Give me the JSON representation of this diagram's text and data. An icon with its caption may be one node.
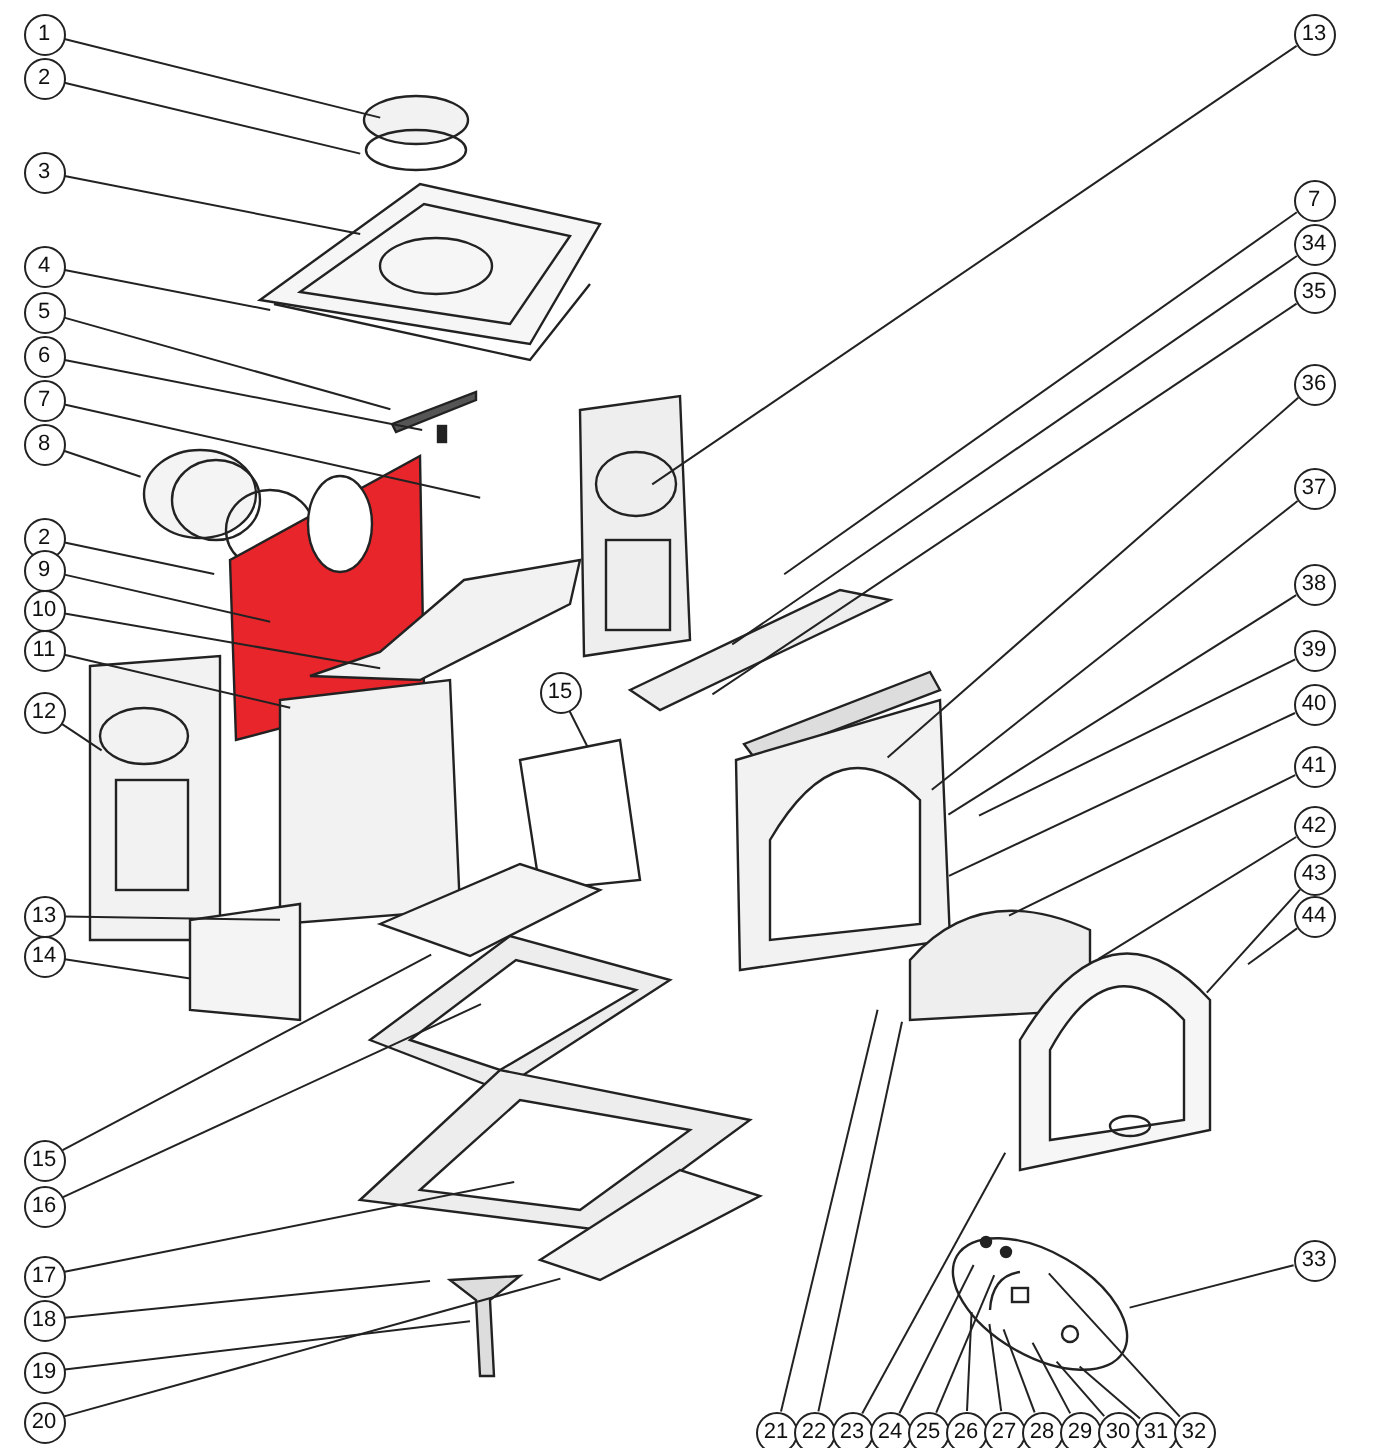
{
  "diagram": {
    "nodes": [
      {
        "text": [
          "1"
        ]
      },
      {
        "text": [
          "2"
        ]
      },
      {
        "text": [
          "3"
        ]
      },
      {
        "text": [
          "4"
        ]
      },
      {
        "text": [
          "5"
        ]
      },
      {
        "text": [
          "6"
        ]
      },
      {
        "text": [
          "7"
        ]
      },
      {
        "text": [
          "8"
        ]
      },
      {
        "text": [
          "2"
        ]
      },
      {
        "text": [
          "9"
        ]
      },
      {
        "text": [
          "10"
        ]
      },
      {
        "text": [
          "11"
        ]
      },
      {
        "text": [
          "12"
        ]
      },
      {
        "text": [
          "13"
        ]
      },
      {
        "text": [
          "14"
        ]
      },
      {
        "text": [
          "15"
        ]
      },
      {
        "text": [
          "16"
        ]
      },
      {
        "text": [
          "17"
        ]
      },
      {
        "text": [
          "18"
        ]
      },
      {
        "text": [
          "19"
        ]
      },
      {
        "text": [
          "20"
        ]
      },
      {
        "text": [
          "15"
        ]
      },
      {
        "text": [
          "13"
        ]
      },
      {
        "text": [
          "7"
        ]
      },
      {
        "text": [
          "34"
        ]
      },
      {
        "text": [
          "35"
        ]
      },
      {
        "text": [
          "36"
        ]
      },
      {
        "text": [
          "37"
        ]
      },
      {
        "text": [
          "38"
        ]
      },
      {
        "text": [
          "39"
        ]
      },
      {
        "text": [
          "40"
        ]
      },
      {
        "text": [
          "41"
        ]
      },
      {
        "text": [
          "42"
        ]
      },
      {
        "text": [
          "43"
        ]
      },
      {
        "text": [
          "44"
        ]
      },
      {
        "text": [
          "33"
        ]
      },
      {
        "text": [
          "21"
        ]
      },
      {
        "text": [
          "22"
        ]
      },
      {
        "text": [
          "23"
        ]
      },
      {
        "text": [
          "24"
        ]
      },
      {
        "text": [
          "25"
        ]
      },
      {
        "text": [
          "26"
        ]
      },
      {
        "text": [
          "27"
        ]
      },
      {
        "text": [
          "28"
        ]
      },
      {
        "text": [
          "29"
        ]
      },
      {
        "text": [
          "30"
        ]
      },
      {
        "text": [
          "31"
        ]
      },
      {
        "text": [
          "32"
        ]
      }
    ],
    "edges": [
      {
        "from": 0,
        "to": null,
        "arrow": "none"
      },
      {
        "from": 1,
        "to": null,
        "arrow": "none"
      },
      {
        "from": 2,
        "to": null,
        "arrow": "none"
      },
      {
        "from": 3,
        "to": null,
        "arrow": "none"
      },
      {
        "from": 4,
        "to": null,
        "arrow": "none"
      },
      {
        "from": 5,
        "to": null,
        "arrow": "none"
      },
      {
        "from": 6,
        "to": null,
        "arrow": "none"
      },
      {
        "from": 7,
        "to": null,
        "arrow": "none"
      },
      {
        "from": 8,
        "to": null,
        "arrow": "none"
      },
      {
        "from": 9,
        "to": null,
        "arrow": "none"
      },
      {
        "from": 10,
        "to": null,
        "arrow": "none"
      },
      {
        "from": 11,
        "to": null,
        "arrow": "none"
      },
      {
        "from": 12,
        "to": null,
        "arrow": "none"
      },
      {
        "from": 13,
        "to": null,
        "arrow": "none"
      },
      {
        "from": 14,
        "to": null,
        "arrow": "none"
      },
      {
        "from": 15,
        "to": null,
        "arrow": "none"
      },
      {
        "from": 16,
        "to": null,
        "arrow": "none"
      },
      {
        "from": 17,
        "to": null,
        "arrow": "none"
      },
      {
        "from": 18,
        "to": null,
        "arrow": "none"
      },
      {
        "from": 19,
        "to": null,
        "arrow": "none"
      },
      {
        "from": 20,
        "to": null,
        "arrow": "none"
      },
      {
        "from": 21,
        "to": null,
        "arrow": "none"
      },
      {
        "from": 22,
        "to": null,
        "arrow": "none"
      },
      {
        "from": 23,
        "to": null,
        "arrow": "none"
      },
      {
        "from": 24,
        "to": null,
        "arrow": "none"
      },
      {
        "from": 25,
        "to": null,
        "arrow": "none"
      },
      {
        "from": 26,
        "to": null,
        "arrow": "none"
      },
      {
        "from": 27,
        "to": null,
        "arrow": "none"
      },
      {
        "from": 28,
        "to": null,
        "arrow": "none"
      },
      {
        "from": 29,
        "to": null,
        "arrow": "none"
      },
      {
        "from": 30,
        "to": null,
        "arrow": "none"
      },
      {
        "from": 31,
        "to": null,
        "arrow": "none"
      },
      {
        "from": 32,
        "to": null,
        "arrow": "none"
      },
      {
        "from": 33,
        "to": null,
        "arrow": "none"
      },
      {
        "from": 34,
        "to": null,
        "arrow": "none"
      },
      {
        "from": 35,
        "to": null,
        "arrow": "none"
      },
      {
        "from": 36,
        "to": null,
        "arrow": "none"
      },
      {
        "from": 37,
        "to": null,
        "arrow": "none"
      },
      {
        "from": 38,
        "to": null,
        "arrow": "none"
      },
      {
        "from": 39,
        "to": null,
        "arrow": "none"
      },
      {
        "from": 40,
        "to": null,
        "arrow": "none"
      },
      {
        "from": 41,
        "to": null,
        "arrow": "none"
      },
      {
        "from": 42,
        "to": null,
        "arrow": "none"
      },
      {
        "from": 43,
        "to": null,
        "arrow": "none"
      },
      {
        "from": 44,
        "to": null,
        "arrow": "none"
      },
      {
        "from": 45,
        "to": null,
        "arrow": "none"
      },
      {
        "from": 46,
        "to": null,
        "arrow": "none"
      },
      {
        "from": 47,
        "to": null,
        "arrow": "none"
      }
    ]
  }
}
